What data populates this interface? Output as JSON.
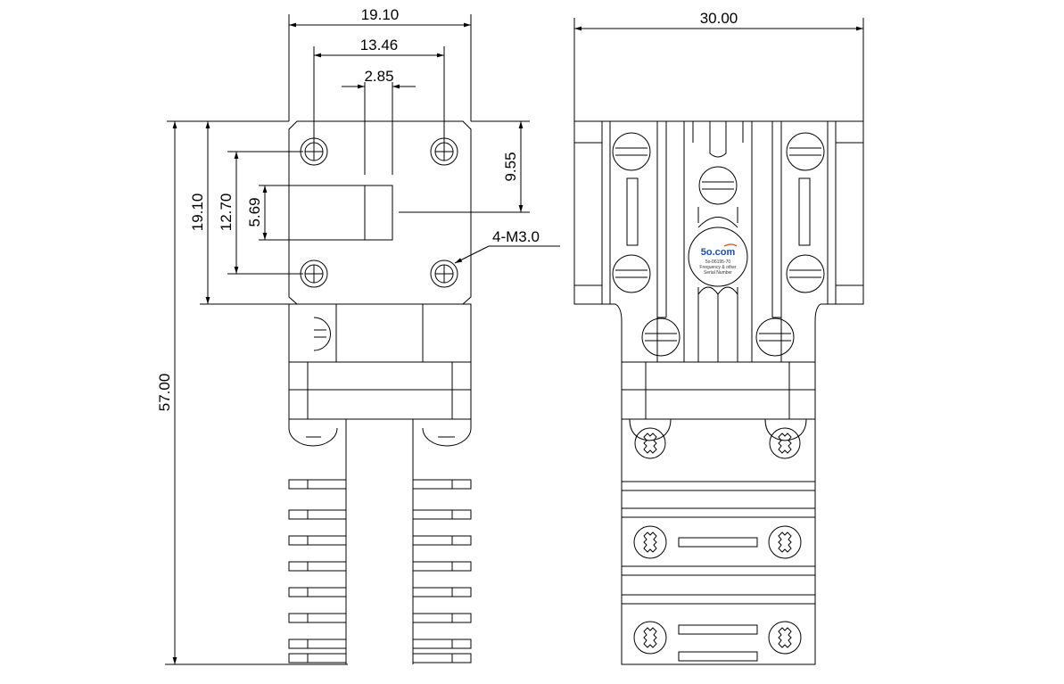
{
  "front_view": {
    "dims": {
      "overall_width": "19.10",
      "hole_spacing": "13.46",
      "slot_width": "2.85",
      "flange_height": "19.10",
      "hole_vertical": "12.70",
      "slot_height": "5.69",
      "slot_offset": "9.55",
      "overall_length": "57.00"
    },
    "callout": "4-M3.0"
  },
  "side_view": {
    "dims": {
      "overall_width": "30.00"
    },
    "label": {
      "brand": "5o.com",
      "line1": "5o-06195-70",
      "line2": "Frequency & other",
      "line3": "Serial Number"
    },
    "colors": {
      "brand": "#1f4fa8",
      "accent": "#e04a1a"
    }
  }
}
